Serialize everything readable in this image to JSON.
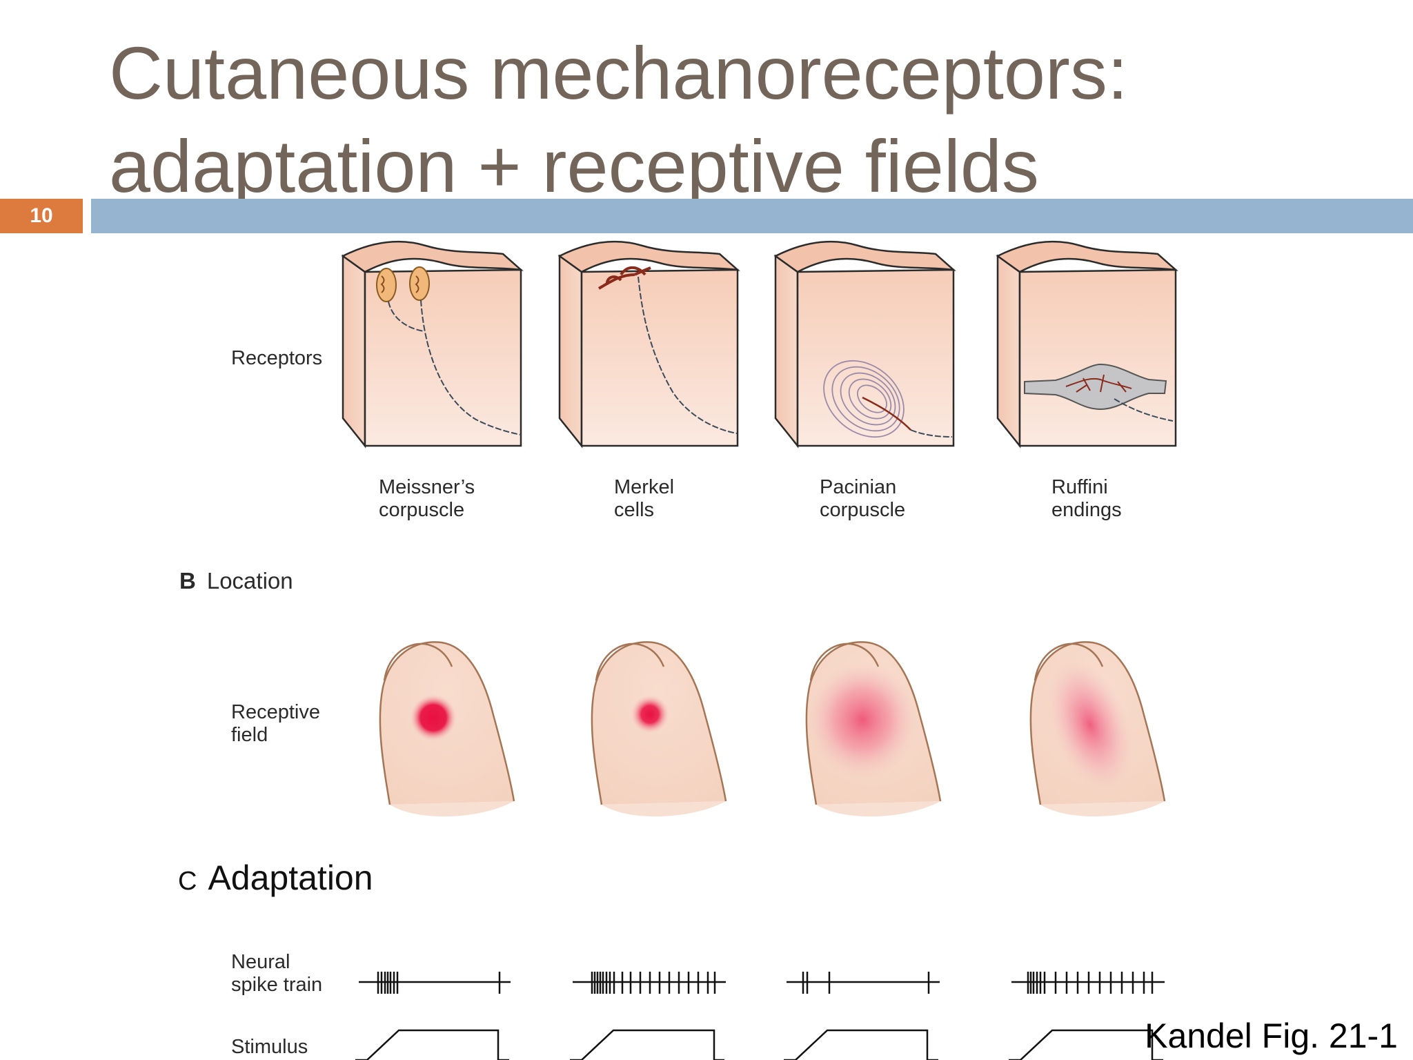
{
  "slide": {
    "title_line1": "Cutaneous mechanoreceptors:",
    "title_line2": "adaptation + receptive fields",
    "slide_number": "10",
    "credit": "Kandel Fig. 21-1"
  },
  "figure": {
    "row_labels": {
      "receptors": "Receptors",
      "receptive_field_line1": "Receptive",
      "receptive_field_line2": "field",
      "spike_line1": "Neural",
      "spike_line2": "spike train",
      "stimulus": "Stimulus"
    },
    "section_b": {
      "letter": "B",
      "title": "Location"
    },
    "section_c": {
      "letter": "C",
      "title": "Adaptation"
    },
    "receptors": [
      {
        "line1": "Meissner’s",
        "line2": "corpuscle"
      },
      {
        "line1": "Merkel",
        "line2": "cells"
      },
      {
        "line1": "Pacinian",
        "line2": "corpuscle"
      },
      {
        "line1": "Ruffini",
        "line2": "endings"
      }
    ]
  },
  "colors": {
    "title_text": "#74655a",
    "slide_number_bg": "#dd7a3e",
    "title_bar": "#96b4cf",
    "skin": "#f8dccd",
    "field_spot": "#e8174a"
  }
}
